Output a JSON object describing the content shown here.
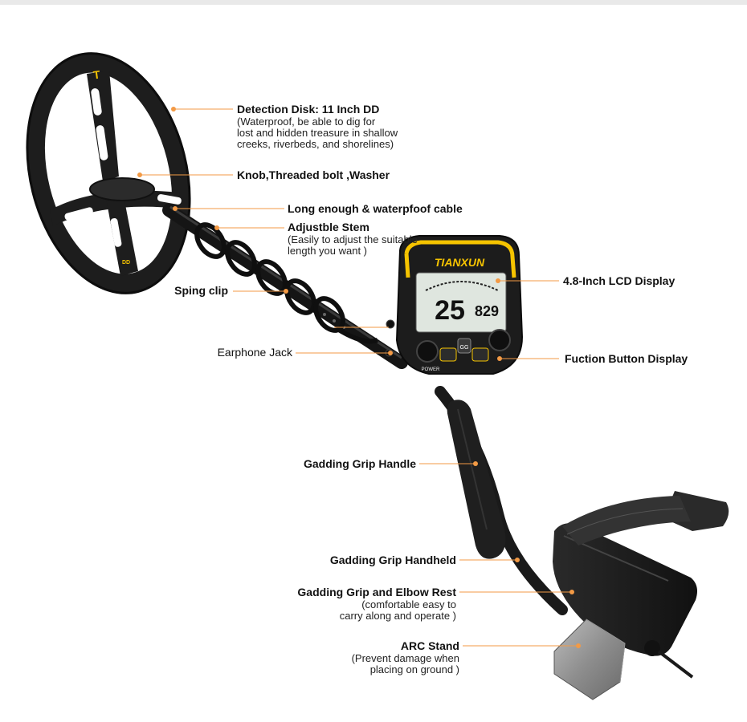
{
  "brand": "TIANXUN",
  "coil_label": "DD",
  "lcd": {
    "big": "25",
    "small": "829"
  },
  "buttons": {
    "power": "POWER",
    "gg": "GG"
  },
  "callouts": {
    "disk": {
      "title": "Detection Disk: 11 Inch DD",
      "desc": [
        "(Waterproof, be able to dig for",
        "lost and hidden treasure in shallow",
        "creeks, riverbeds, and shorelines)"
      ]
    },
    "knob": {
      "title": "Knob,Threaded bolt ,Washer"
    },
    "cable": {
      "title": "Long enough & waterpfoof cable"
    },
    "stem": {
      "title": "Adjustble Stem",
      "desc": [
        "(Easily to adjust the suitable",
        "length you want )"
      ]
    },
    "lcd": {
      "title": "4.8-Inch LCD Display"
    },
    "clip": {
      "title": "Sping clip"
    },
    "jack": {
      "title": "Earphone Jack"
    },
    "button": {
      "title": "Fuction Button  Display"
    },
    "grip_handle": {
      "title": "Gadding Grip  Handle"
    },
    "handheld": {
      "title": "Gadding Grip Handheld"
    },
    "elbow": {
      "title": "Gadding Grip and Elbow Rest",
      "desc": [
        "(comfortable easy to",
        "carry along and operate )"
      ]
    },
    "arc": {
      "title": "ARC Stand",
      "desc": [
        "(Prevent damage when",
        "placing on ground )"
      ]
    }
  },
  "colors": {
    "accent": "#f39a45",
    "yellow": "#f6c400",
    "lcd_bg": "#dfe6df",
    "body": "#1c1c1c"
  }
}
